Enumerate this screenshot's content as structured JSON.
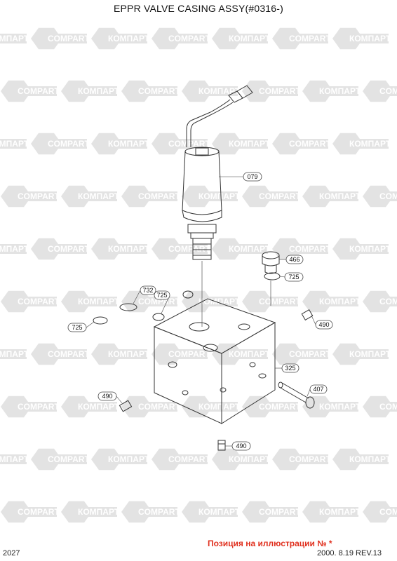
{
  "title": "EPPR VALVE CASING ASSY(#0316-)",
  "page_number": "2027",
  "caption": "Позиция на иллюстрации № *",
  "revision": "2000. 8.19 REV.13",
  "watermark": {
    "brand_latin": "COMPART",
    "brand_cyrillic": "КОМПАРТ",
    "logo_icon": "hexagon-c-logo-icon",
    "color": "#e3e3e3"
  },
  "parts": [
    {
      "id": "079",
      "label": "079"
    },
    {
      "id": "466",
      "label": "466"
    },
    {
      "id": "725a",
      "label": "725"
    },
    {
      "id": "732",
      "label": "732"
    },
    {
      "id": "725b",
      "label": "725"
    },
    {
      "id": "725c",
      "label": "725"
    },
    {
      "id": "490a",
      "label": "490"
    },
    {
      "id": "325",
      "label": "325"
    },
    {
      "id": "407",
      "label": "407"
    },
    {
      "id": "490b",
      "label": "490"
    },
    {
      "id": "490c",
      "label": "490"
    }
  ]
}
